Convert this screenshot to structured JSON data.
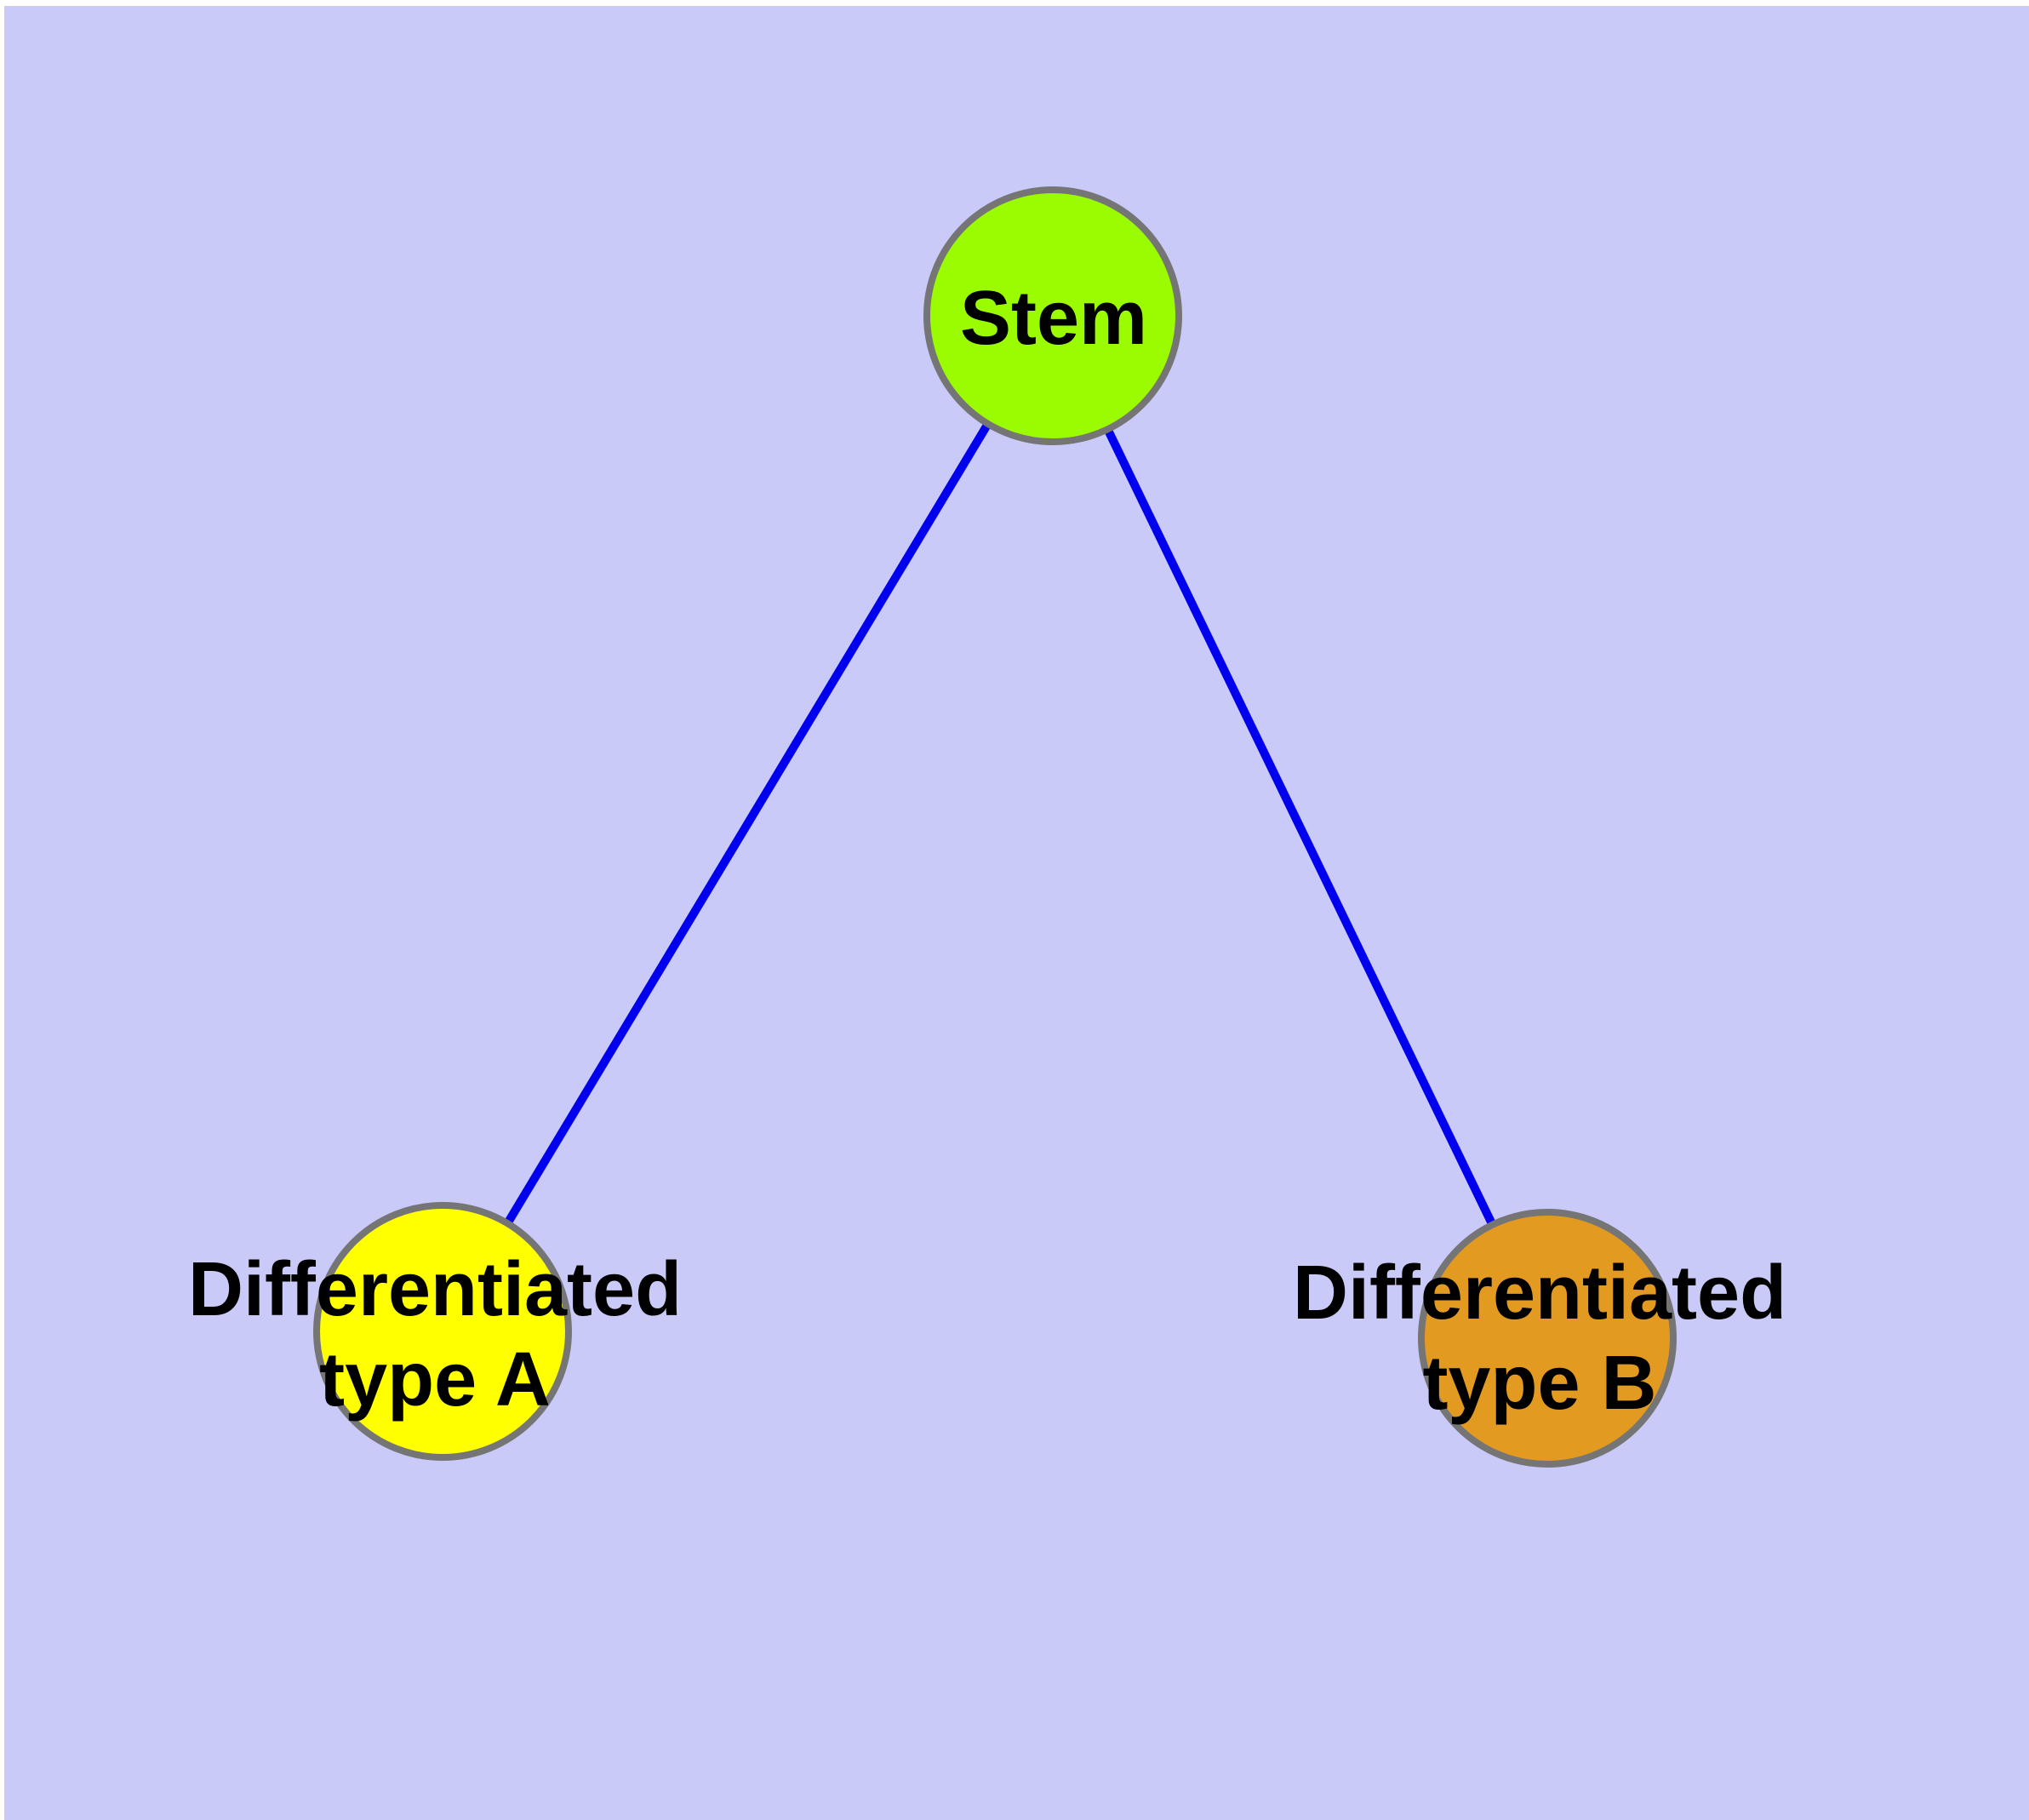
{
  "background_color": "#CACAF8",
  "graph": {
    "label_color": "#000000",
    "nodes": [
      {
        "id": "stem",
        "label": "Stem",
        "color": "#9BFB00",
        "border_color": "#757575"
      },
      {
        "id": "diff-a",
        "label": "Differentiated\ntype A",
        "color": "#FFFF00",
        "border_color": "#757575"
      },
      {
        "id": "diff-b",
        "label": "Differentiated\ntype B",
        "color": "#E39A20",
        "border_color": "#757575"
      }
    ],
    "edges": [
      {
        "from": "stem",
        "to": "diff-a",
        "color": "#0000EE"
      },
      {
        "from": "stem",
        "to": "diff-b",
        "color": "#0000EE"
      }
    ]
  }
}
